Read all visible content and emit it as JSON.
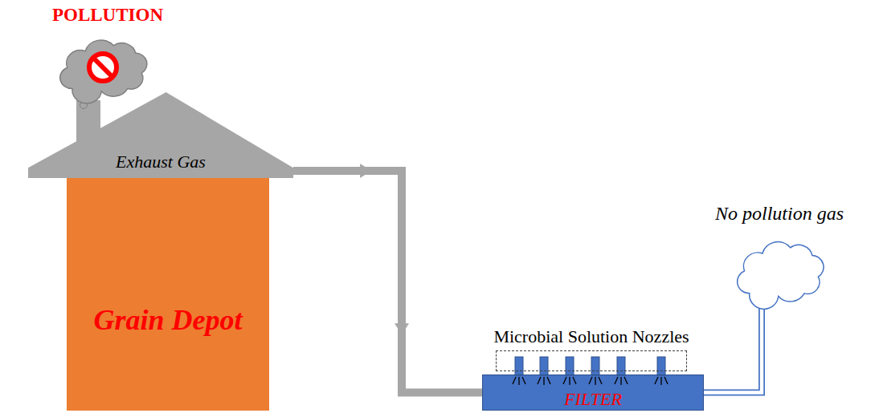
{
  "diagram": {
    "nodes": [
      {
        "text": [
          "POLLUTION"
        ]
      },
      {
        "text": [
          "Exhaust Gas"
        ]
      },
      {
        "text": [
          "Grain Depot"
        ]
      },
      {
        "text": [
          "Microbial Solution Nozzles"
        ]
      },
      {
        "text": [
          "FILTER"
        ]
      },
      {
        "text": [
          "No pollution gas"
        ]
      }
    ],
    "edges": [
      {
        "from": 1,
        "to": 4,
        "arrow": "to"
      },
      {
        "from": 4,
        "to": 5,
        "arrow": "none"
      }
    ]
  }
}
